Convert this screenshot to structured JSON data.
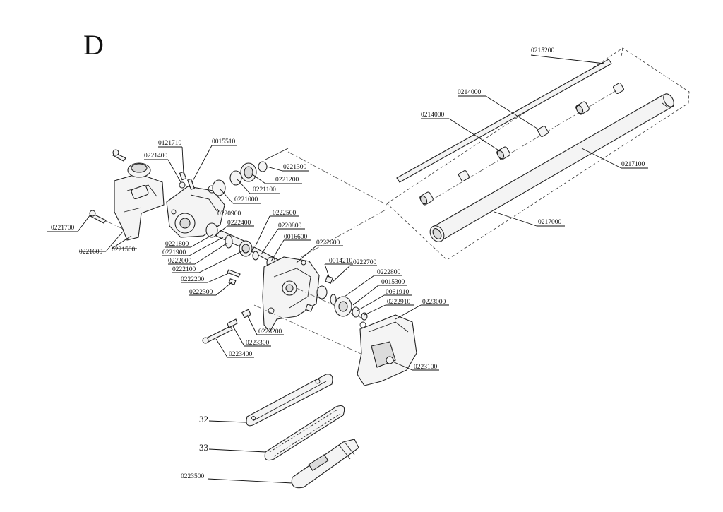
{
  "section_letter": "D",
  "callouts": [
    {
      "id": "0215200"
    },
    {
      "id": "0214000"
    },
    {
      "id": "0214000"
    },
    {
      "id": "0217100"
    },
    {
      "id": "0217000"
    },
    {
      "id": "0121710"
    },
    {
      "id": "0015510"
    },
    {
      "id": "0221400"
    },
    {
      "id": "0221300"
    },
    {
      "id": "0221200"
    },
    {
      "id": "0221100"
    },
    {
      "id": "0221000"
    },
    {
      "id": "0220900"
    },
    {
      "id": "0221700"
    },
    {
      "id": "0221600"
    },
    {
      "id": "0221500"
    },
    {
      "id": "0222500"
    },
    {
      "id": "0222400"
    },
    {
      "id": "0220800"
    },
    {
      "id": "0016600"
    },
    {
      "id": "0222600"
    },
    {
      "id": "0221800"
    },
    {
      "id": "0221900"
    },
    {
      "id": "0222000"
    },
    {
      "id": "0222100"
    },
    {
      "id": "0222200"
    },
    {
      "id": "0222300"
    },
    {
      "id": "0014210"
    },
    {
      "id": "0222700"
    },
    {
      "id": "0222800"
    },
    {
      "id": "0015300"
    },
    {
      "id": "0061910"
    },
    {
      "id": "0222910"
    },
    {
      "id": "0223000"
    },
    {
      "id": "0223200"
    },
    {
      "id": "0223300"
    },
    {
      "id": "0223400"
    },
    {
      "id": "0223100"
    },
    {
      "id": "32"
    },
    {
      "id": "33"
    },
    {
      "id": "0223500"
    }
  ]
}
